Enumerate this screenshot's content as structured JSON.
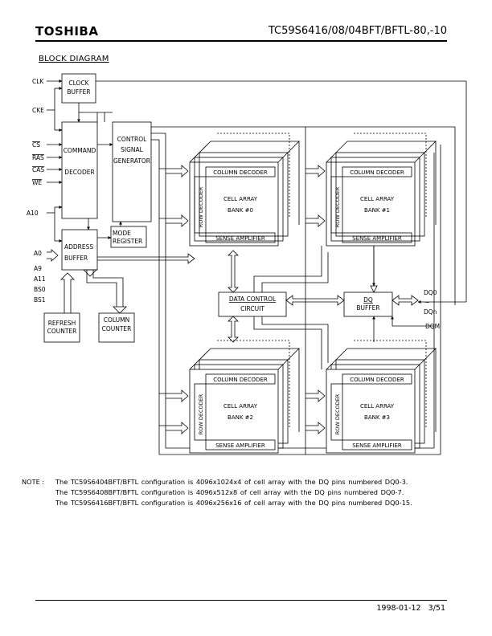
{
  "header": {
    "brand": "TOSHIBA",
    "part_number": "TC59S6416/08/04BFT/BFTL-80,-10"
  },
  "section_title": "BLOCK DIAGRAM",
  "diagram": {
    "inputs": {
      "clk": "CLK",
      "cke": "CKE",
      "cs": "CS",
      "ras": "RAS",
      "cas": "CAS",
      "we": "WE",
      "a10": "A10",
      "a0": "A0",
      "a9": "A9",
      "a11": "A11",
      "bs0": "BS0",
      "bs1": "BS1"
    },
    "blocks": {
      "clock_buffer": [
        "CLOCK",
        "BUFFER"
      ],
      "command_decoder": [
        "COMMAND",
        "DECODER"
      ],
      "control_signal_generator": [
        "CONTROL",
        "SIGNAL",
        "GENERATOR"
      ],
      "mode_register": [
        "MODE",
        "REGISTER"
      ],
      "address_buffer": [
        "ADDRESS",
        "BUFFER"
      ],
      "refresh_counter": [
        "REFRESH",
        "COUNTER"
      ],
      "column_counter": [
        "COLUMN",
        "COUNTER"
      ],
      "data_control_circuit": [
        "DATA CONTROL",
        "CIRCUIT"
      ],
      "dq_buffer": [
        "DQ",
        "BUFFER"
      ]
    },
    "bank_labels": {
      "column_decoder": "COLUMN DECODER",
      "row_decoder": "ROW DECODER",
      "cell_array": "CELL ARRAY",
      "sense_amplifier": "SENSE AMPLIFIER"
    },
    "banks": [
      "BANK #0",
      "BANK #1",
      "BANK #2",
      "BANK #3"
    ],
    "dq_outputs": {
      "dq0": "DQ0",
      "tilde": "~",
      "dqn": "DQn",
      "dqm": "DQM"
    }
  },
  "note": {
    "label": "NOTE :",
    "lines": [
      "The TC59S6404BFT/BFTL configuration is 4096x1024x4 of cell array with the DQ pins numbered DQ0-3.",
      "The TC59S6408BFT/BFTL configuration is 4096x512x8 of cell array with the DQ pins numbered DQ0-7.",
      "The TC59S6416BFT/BFTL configuration is 4096x256x16 of cell array with the DQ pins numbered DQ0-15."
    ]
  },
  "footer": {
    "date": "1998-01-12",
    "page": "3/51"
  }
}
